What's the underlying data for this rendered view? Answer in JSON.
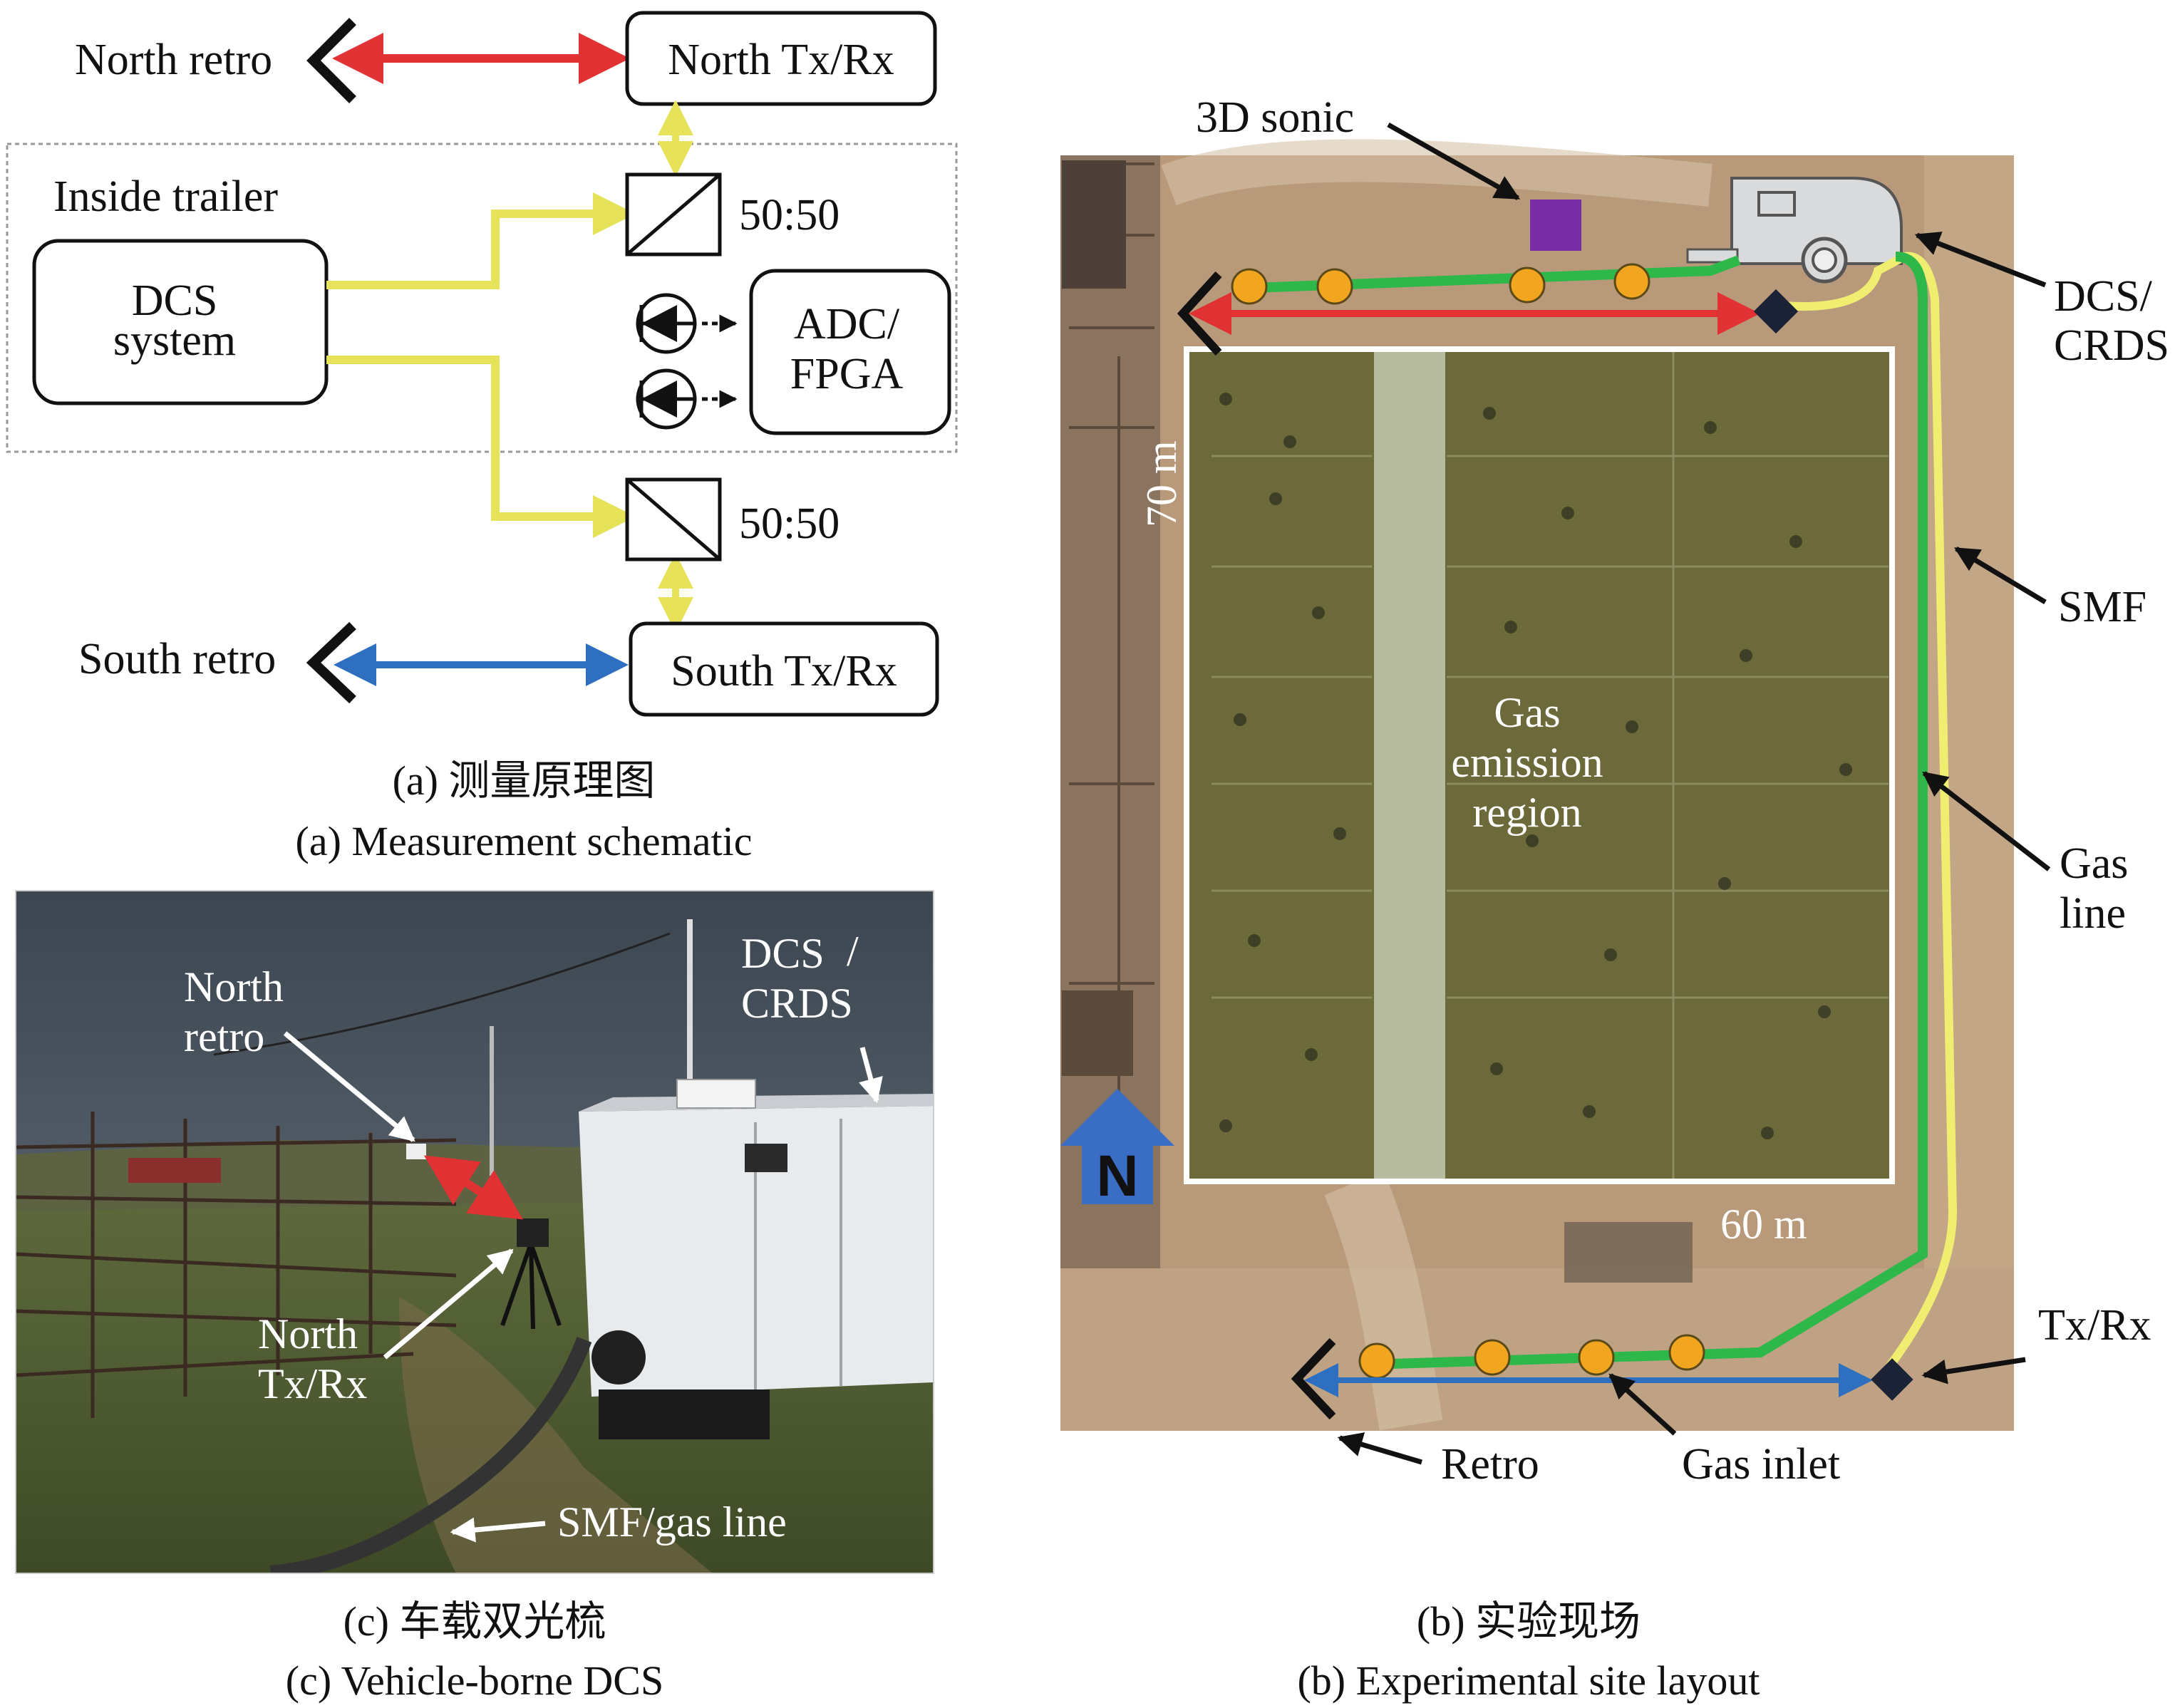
{
  "panel_a": {
    "north_retro": "North retro",
    "north_txrx": "North Tx/Rx",
    "inside_trailer": "Inside trailer",
    "dcs_line1": "DCS",
    "dcs_line2": "system",
    "splitter_top": "50:50",
    "splitter_bottom": "50:50",
    "adc_line1": "ADC/",
    "adc_line2": "FPGA",
    "south_retro": "South retro",
    "south_txrx": "South Tx/Rx",
    "caption_cn": "(a) 测量原理图",
    "caption_en": "(a) Measurement schematic"
  },
  "panel_b": {
    "sonic": "3D sonic",
    "dcs_crds_1": "DCS/",
    "dcs_crds_2": "CRDS",
    "dim_70": "70 m",
    "dim_60": "60 m",
    "region_1": "Gas",
    "region_2": "emission",
    "region_3": "region",
    "smf": "SMF",
    "gas_line_1": "Gas",
    "gas_line_2": "line",
    "txrx": "Tx/Rx",
    "retro": "Retro",
    "gas_inlet": "Gas inlet",
    "north_letter": "N",
    "caption_cn": "(b) 实验现场",
    "caption_en": "(b) Experimental site layout"
  },
  "panel_c": {
    "dcs": "DCS",
    "slash": "/",
    "crds": "CRDS",
    "north_retro_1": "North",
    "north_retro_2": "retro",
    "north_txrx_1": "North",
    "north_txrx_2": "Tx/Rx",
    "smf_gas": "SMF/gas line",
    "caption_cn": "(c) 车载双光梳",
    "caption_en": "(c) Vehicle-borne DCS"
  },
  "colors": {
    "north_path": "#e03232",
    "south_path": "#2e6fc0",
    "fiber": "#f0ee70",
    "gas_line": "#2eb84a",
    "inlet": "#f2a620",
    "sonic": "#7a2ea6",
    "field": "#6c6a3a",
    "ground": "#b89a7a"
  }
}
